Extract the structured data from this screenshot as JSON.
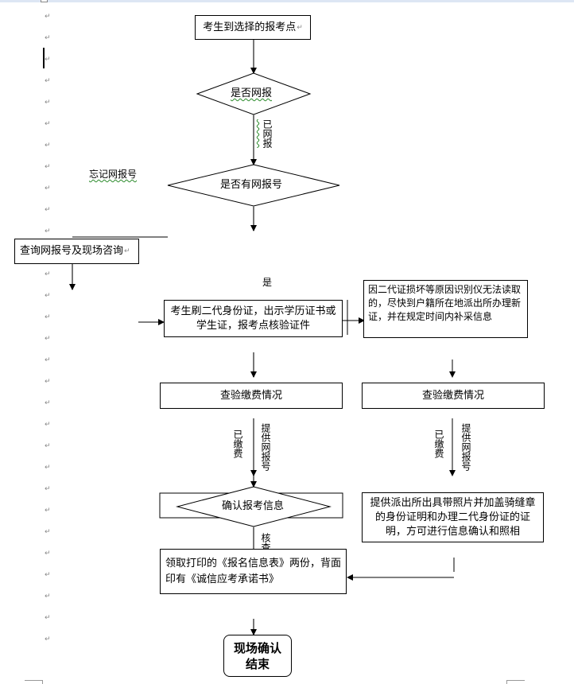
{
  "nodes": {
    "start": "考生到选择的报考点",
    "q_online": "是否网报",
    "q_number": "是否有网报号",
    "query": "查询网报号及现场咨询",
    "verify_id": "考生刷二代身份证，出示学历证书或学生证，报考点核验证件",
    "id_fail": "因二代证损坏等原因识别仪无法读取的，尽快到户籍所在地派出所办理新证，并在规定时间内补采信息",
    "fee_left": "查验缴费情况",
    "fee_right": "查验缴费情况",
    "confirm": "确认报考信息",
    "police_proof": "提供派出所出具带照片并加盖骑缝章的身份证明和办理二代身份证的证明，方可进行信息确认和照相",
    "collect": "领取打印的《报名信息表》两份，背面印有《诚信应考承诺书》",
    "end_line1": "现场确认",
    "end_line2": "结束"
  },
  "labels": {
    "online_yes": "已网报",
    "forgot": "忘记网报号",
    "yes": "是",
    "paid_left": "已缴费",
    "provide_left": "提供网报号",
    "paid_right": "已缴费",
    "provide_right": "提供网报号",
    "check": "核查"
  },
  "editor": {
    "paragraph_mark": "↵",
    "paragraph_mark_count": 30
  }
}
